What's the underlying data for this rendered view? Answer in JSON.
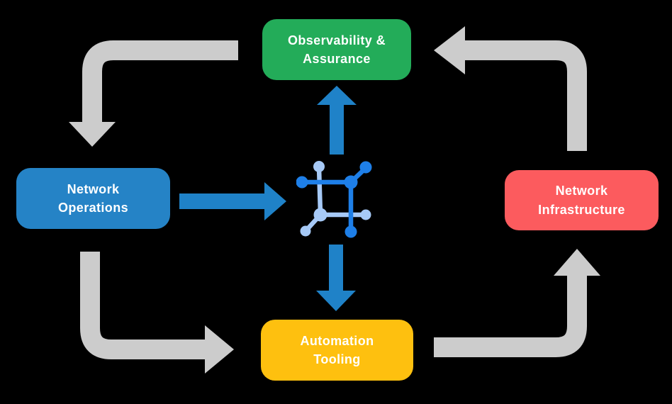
{
  "diagram": {
    "background": "#000000",
    "text_color": "#FFFFFF",
    "nodes": [
      {
        "id": "observability-assurance",
        "label": "Observability &\nAssurance",
        "color": "#23AC59"
      },
      {
        "id": "network-operations",
        "label": "Network\nOperations",
        "color": "#2583C6"
      },
      {
        "id": "network-infrastructure",
        "label": "Network\nInfrastructure",
        "color": "#FC5B5E"
      },
      {
        "id": "automation-tooling",
        "label": "Automation\nTooling",
        "color": "#FEC00F"
      }
    ],
    "center_icon": {
      "name": "network-mesh-icon",
      "dark_color": "#1E7FE8",
      "light_color": "#A6C9F6"
    },
    "arrow_colors": {
      "gray": "#CCCCCC",
      "blue": "#1F82C8"
    },
    "flows": [
      {
        "from": "Observability & Assurance",
        "to": "Network Operations",
        "style": "gray"
      },
      {
        "from": "Network Operations",
        "to": "Automation Tooling",
        "style": "gray"
      },
      {
        "from": "Automation Tooling",
        "to": "Network Infrastructure",
        "style": "gray"
      },
      {
        "from": "Network Infrastructure",
        "to": "Observability & Assurance",
        "style": "gray"
      },
      {
        "from": "Network Operations",
        "to": "Center Icon",
        "style": "blue"
      },
      {
        "from": "Center Icon",
        "to": "Observability & Assurance",
        "style": "blue"
      },
      {
        "from": "Center Icon",
        "to": "Automation Tooling",
        "style": "blue"
      }
    ]
  }
}
